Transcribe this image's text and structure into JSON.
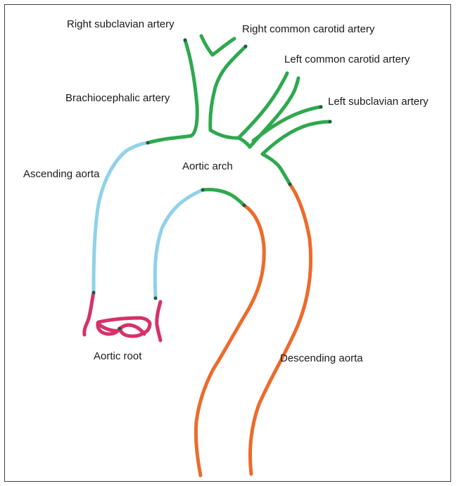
{
  "labels": {
    "right_subclavian": "Right subclavian artery",
    "right_common_carotid": "Right common carotid artery",
    "left_common_carotid": "Left common carotid artery",
    "left_subclavian": "Left subclavian artery",
    "brachiocephalic": "Brachiocephalic artery",
    "ascending_aorta": "Ascending aorta",
    "aortic_arch": "Aortic arch",
    "aortic_root": "Aortic root",
    "descending_aorta": "Descending aorta"
  },
  "colors": {
    "arch_branches": "#2fa84f",
    "ascending": "#8fd1ea",
    "descending": "#ec6b2c",
    "root": "#d8306a",
    "dot": "#1f5c3a"
  }
}
